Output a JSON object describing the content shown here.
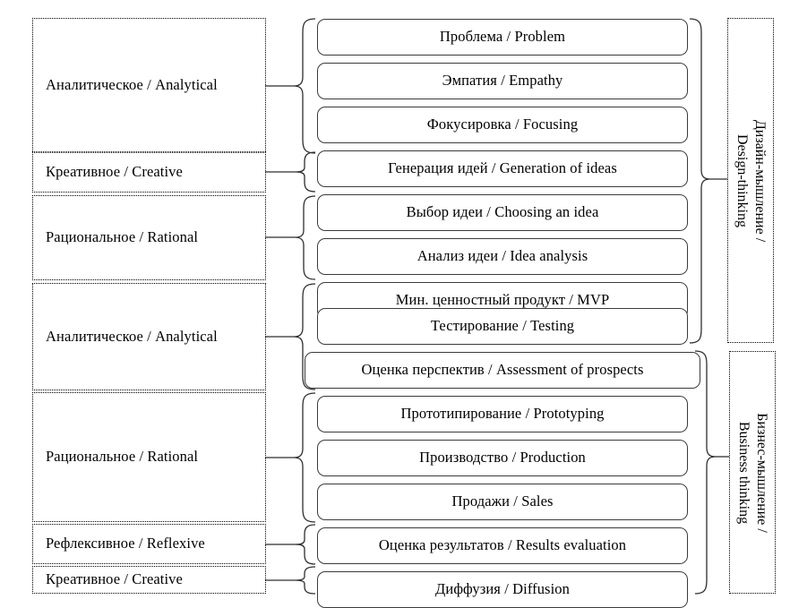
{
  "diagram": {
    "title": "Design-thinking and Business-thinking process map",
    "stroke_color": "#2e2e2e",
    "box_border_color": "#3b3b3b",
    "label_border_style": "dotted",
    "background": "#ffffff"
  },
  "thinking_types": [
    {
      "id": "t1",
      "label": "Аналитическое / Analytical",
      "steps": 3
    },
    {
      "id": "t2",
      "label": "Креативное / Creative",
      "steps": 1
    },
    {
      "id": "t3",
      "label": "Рациональное / Rational",
      "steps": 2
    },
    {
      "id": "t4",
      "label": "Аналитическое / Analytical",
      "steps": 3
    },
    {
      "id": "t5",
      "label": "Рациональное / Rational",
      "steps": 3
    },
    {
      "id": "t6",
      "label": "Рефлексивное / Reflexive",
      "steps": 1
    },
    {
      "id": "t7",
      "label": "Креативное / Creative",
      "steps": 1
    }
  ],
  "steps": [
    {
      "id": "s1",
      "label": "Проблема / Problem"
    },
    {
      "id": "s2",
      "label": "Эмпатия / Empathy"
    },
    {
      "id": "s3",
      "label": "Фокусировка / Focusing"
    },
    {
      "id": "s4",
      "label": "Генерация идей / Generation of ideas"
    },
    {
      "id": "s5",
      "label": "Выбор идеи / Choosing an idea"
    },
    {
      "id": "s6",
      "label": "Анализ идеи / Idea analysis"
    },
    {
      "id": "s7",
      "label": "Мин. ценностный продукт / MVP"
    },
    {
      "id": "s8",
      "label": "Тестирование / Testing"
    },
    {
      "id": "s9",
      "label": "Оценка перспектив / Assessment of prospects"
    },
    {
      "id": "s10",
      "label": "Прототипирование / Prototyping"
    },
    {
      "id": "s11",
      "label": "Производство / Production"
    },
    {
      "id": "s12",
      "label": "Продажи / Sales"
    },
    {
      "id": "s13",
      "label": "Оценка результатов / Results evaluation"
    },
    {
      "id": "s14",
      "label": "Диффузия / Diffusion"
    }
  ],
  "domains": [
    {
      "id": "d1",
      "line1": "Дизайн-мышление /",
      "line2": "Design-thinking"
    },
    {
      "id": "d2",
      "line1": "Бизнес-мышление /",
      "line2": "Business thinking"
    }
  ]
}
